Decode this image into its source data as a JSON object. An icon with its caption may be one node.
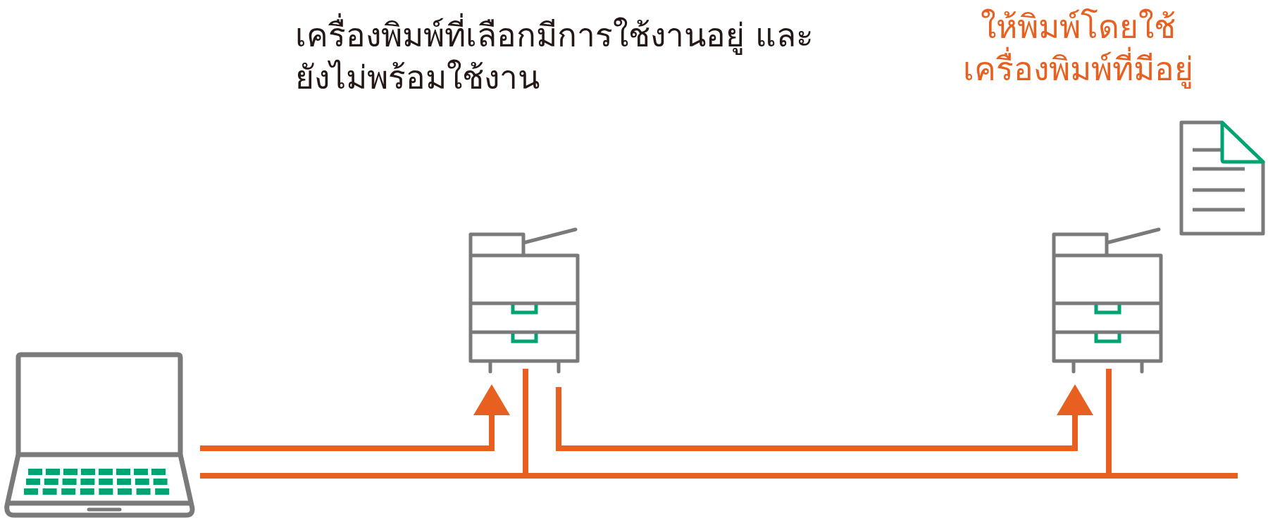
{
  "diagram": {
    "nodes": [
      {
        "text": [],
        "shape": "picture"
      },
      {
        "text": [],
        "shape": "picture"
      },
      {
        "text": [],
        "shape": "picture"
      }
    ],
    "edges": [
      {
        "from": 0,
        "to": 1,
        "arrow": "to"
      },
      {
        "from": 1,
        "to": 2,
        "arrow": "to"
      },
      {
        "from": 0,
        "to": 1,
        "arrow": "none"
      },
      {
        "from": 0,
        "to": 2,
        "arrow": "none"
      }
    ],
    "labels": [
      "เครื่องพิมพ์ที่เลือกมีการใช้งานอยู่ และยังไม่พร้อมใช้งาน",
      "ให้พิมพ์โดยใช้ เครื่องพิมพ์ที่มีอยู่"
    ]
  }
}
